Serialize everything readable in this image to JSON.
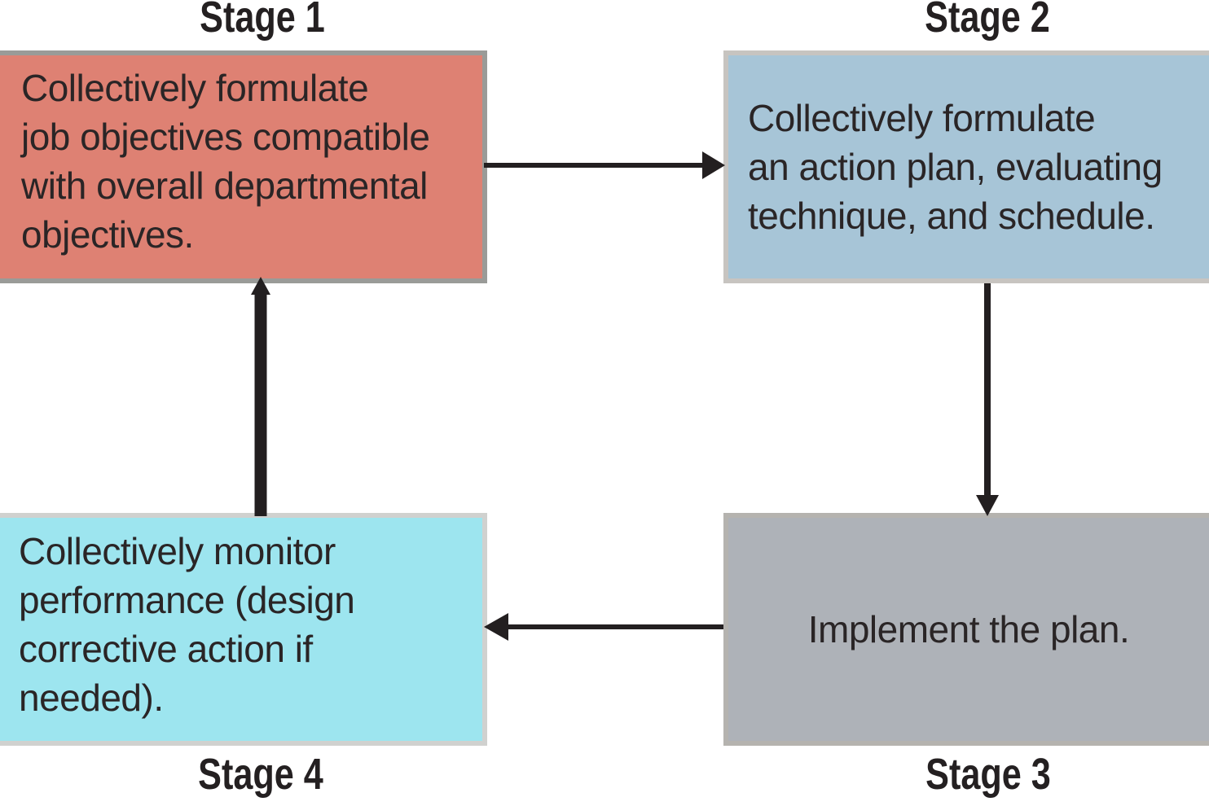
{
  "diagram_type": "cycle",
  "stages": [
    {
      "id": "stage-1",
      "label": "Stage 1",
      "position": "top-left",
      "box_color": "#de8173",
      "border_color": "#9a9b98",
      "text": "Collectively formulate job objectives compatible with overall departmental objectives.",
      "lines": [
        "Collectively formulate",
        "job objectives compatible",
        "with overall departmental",
        "objectives."
      ]
    },
    {
      "id": "stage-2",
      "label": "Stage 2",
      "position": "top-right",
      "box_color": "#a7c5d7",
      "border_color": "#c7c4c0",
      "text": "Collectively formulate an action plan, evaluating technique, and schedule.",
      "lines": [
        "Collectively formulate",
        "an action plan, evaluating",
        "technique, and schedule."
      ]
    },
    {
      "id": "stage-3",
      "label": "Stage 3",
      "position": "bottom-right",
      "box_color": "#aeb2b8",
      "border_color": "#b5b3af",
      "text": "Implement the plan.",
      "lines": [
        "Implement the plan."
      ]
    },
    {
      "id": "stage-4",
      "label": "Stage 4",
      "position": "bottom-left",
      "box_color": "#9de5ef",
      "border_color": "#d0d1cf",
      "text": "Collectively monitor performance (design corrective action if needed).",
      "lines": [
        "Collectively monitor",
        "performance (design",
        "corrective action if",
        "needed)."
      ]
    }
  ],
  "arrows": [
    {
      "from": "Stage 1",
      "to": "Stage 2",
      "direction": "right"
    },
    {
      "from": "Stage 2",
      "to": "Stage 3",
      "direction": "down"
    },
    {
      "from": "Stage 3",
      "to": "Stage 4",
      "direction": "left"
    },
    {
      "from": "Stage 4",
      "to": "Stage 1",
      "direction": "up"
    }
  ],
  "colors": {
    "background": "#ffffff",
    "arrow": "#231f20",
    "box_text": "#2a2526",
    "label_text": "#242021"
  }
}
